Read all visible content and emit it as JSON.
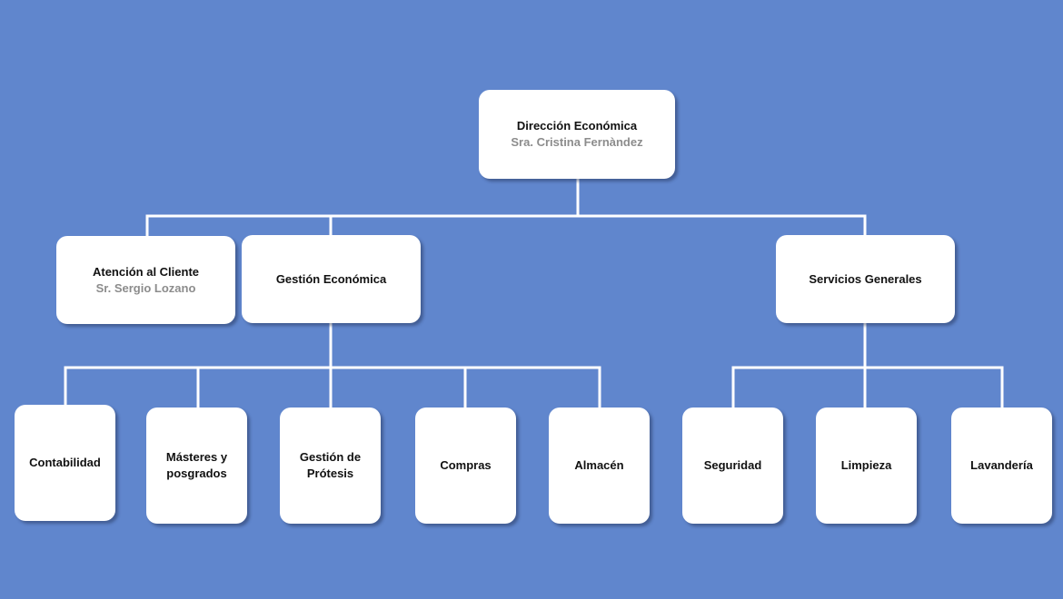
{
  "org_chart": {
    "root": {
      "title": "Dirección Económica",
      "person": "Sra. Cristina Fernàndez"
    },
    "level2": [
      {
        "title": "Atención al Cliente",
        "person": "Sr. Sergio Lozano"
      },
      {
        "title": "Gestión Económica",
        "person": ""
      },
      {
        "title": "Servicios Generales",
        "person": ""
      }
    ],
    "gestion_children": [
      {
        "title": "Contabilidad"
      },
      {
        "title": "Másteres y posgrados"
      },
      {
        "title": "Gestión de Prótesis"
      },
      {
        "title": "Compras"
      },
      {
        "title": "Almacén"
      }
    ],
    "servicios_children": [
      {
        "title": "Seguridad"
      },
      {
        "title": "Limpieza"
      },
      {
        "title": "Lavandería"
      }
    ]
  },
  "colors": {
    "background": "#6086cd",
    "node_fill": "#ffffff",
    "connector": "#ffffff",
    "person_text": "#8c8c8c"
  }
}
